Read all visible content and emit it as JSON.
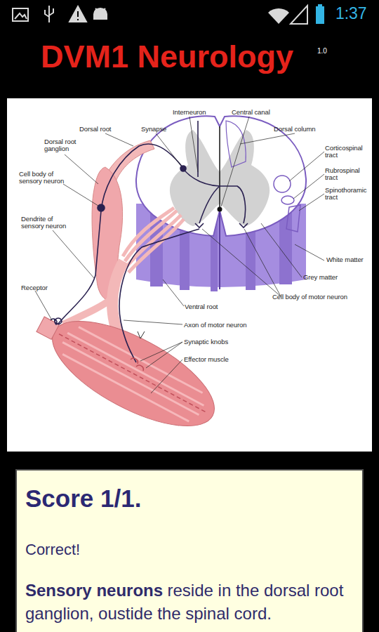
{
  "diagram": {
    "title": "DVM1 Neurology",
    "nodes": [
      {
        "text": [
          "Score 1/1.",
          "Correct!",
          "Sensory neurons",
          "reside in the dorsal root ganglion, oustide the spinal cord."
        ]
      }
    ],
    "labels": [
      "1:37",
      "1.0",
      "Interneuron",
      "Central canal",
      "Dorsal root",
      "Synapse",
      "Dorsal column",
      "Dorsal root ganglion",
      "Corticospinal tract",
      "Rubrospinal tract",
      "Spinothoramic tract",
      "Cell body of sensory neuron",
      "Dendrite of sensory neuron",
      "White matter",
      "Receptor",
      "Grey matter",
      "Cell body of motor neuron",
      "Ventral root",
      "Axon of motor neuron",
      "Synaptic knobs",
      "Effector muscle"
    ]
  }
}
